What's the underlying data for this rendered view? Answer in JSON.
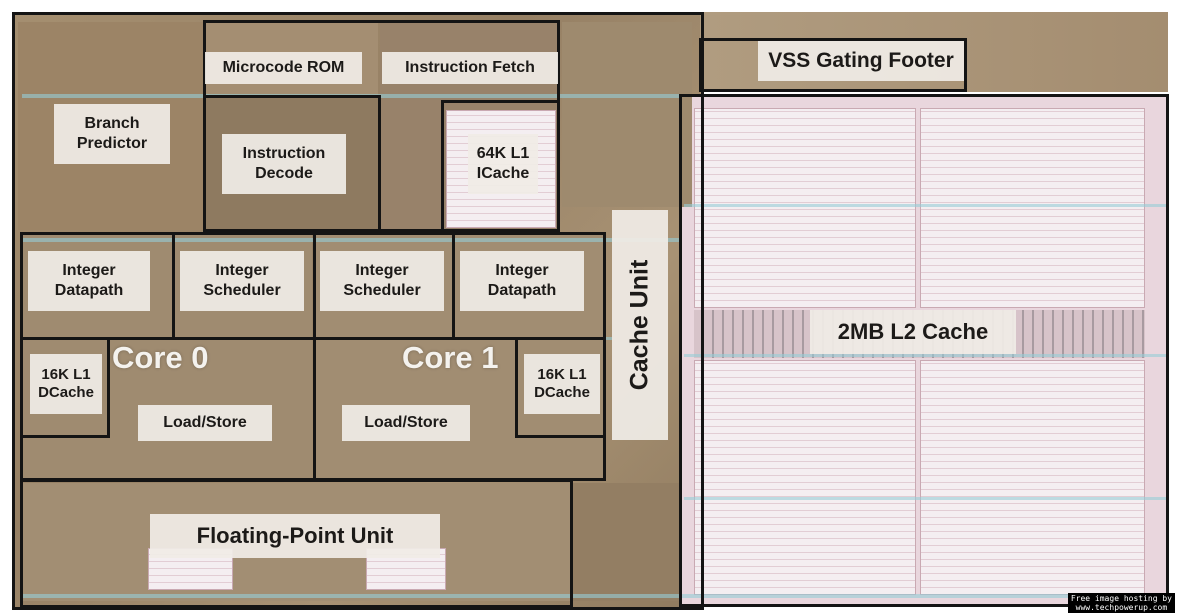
{
  "labels": {
    "vss_gating_footer": "VSS Gating Footer",
    "microcode_rom": "Microcode ROM",
    "instruction_fetch": "Instruction Fetch",
    "branch_predictor": "Branch\nPredictor",
    "instruction_decode": "Instruction\nDecode",
    "l1_icache": "64K L1\nICache",
    "integer_datapath_0": "Integer\nDatapath",
    "integer_scheduler_0": "Integer\nScheduler",
    "integer_scheduler_1": "Integer\nScheduler",
    "integer_datapath_1": "Integer\nDatapath",
    "core_0": "Core 0",
    "core_1": "Core 1",
    "l1_dcache_0": "16K L1\nDCache",
    "l1_dcache_1": "16K L1\nDCache",
    "load_store_0": "Load/Store",
    "load_store_1": "Load/Store",
    "cache_unit": "Cache Unit",
    "l2_cache": "2MB L2 Cache",
    "floating_point_unit": "Floating-Point Unit"
  },
  "watermark": "Free image hosting by\nwww.techpowerup.com",
  "colors": {
    "die_base": "#a08a6c",
    "cache_pink": "#f1e4ea",
    "outline": "#141414",
    "label_bg": "#f0ece6",
    "bus_cyan": "#96cdd7"
  }
}
